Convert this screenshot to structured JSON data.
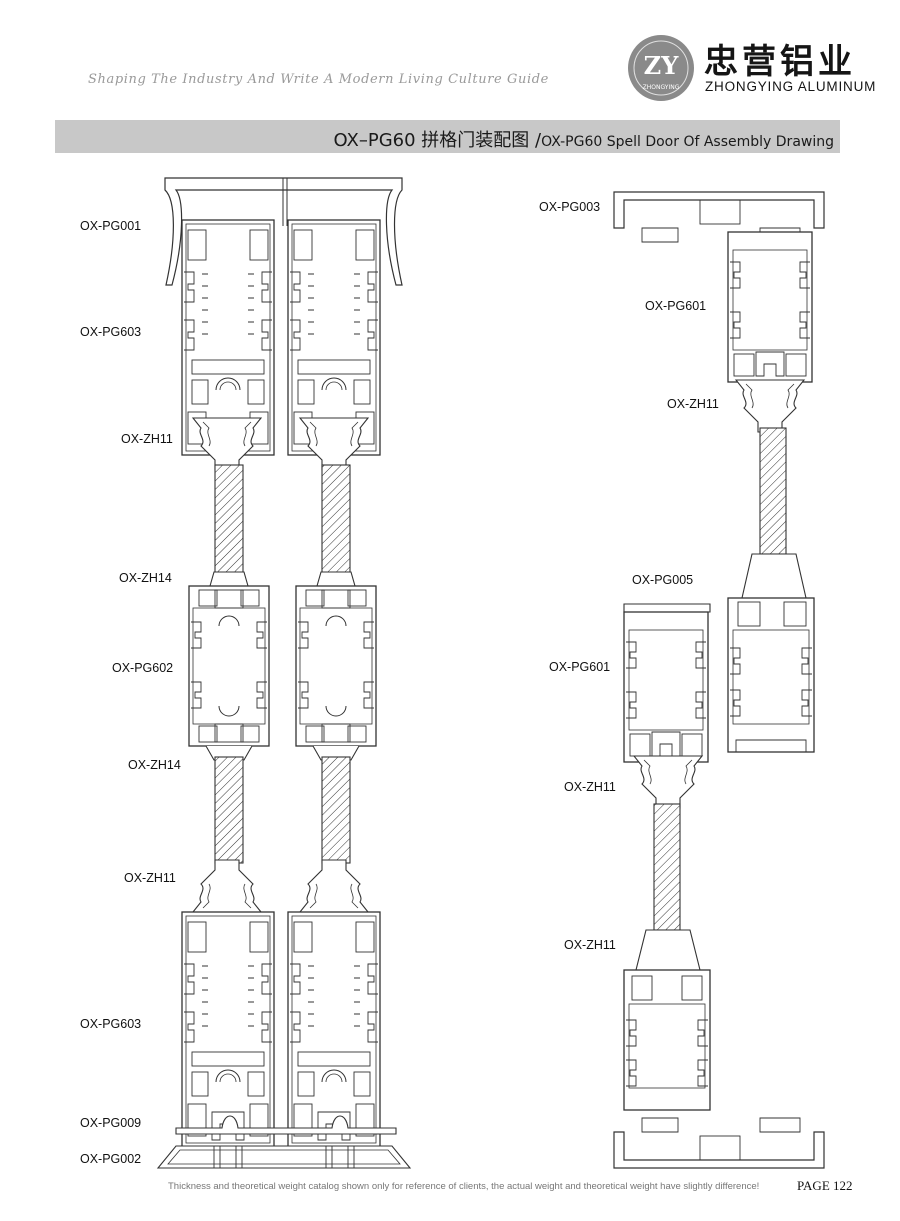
{
  "header": {
    "slogan": "Shaping The Industry And Write A Modern Living Culture Guide",
    "brand_cn": "忠营铝业",
    "brand_en": "ZHONGYING ALUMINUM",
    "logo_letters": "ZY",
    "logo_ring_text": "ZHONGYING"
  },
  "title": {
    "cn": "OX–PG60 拼格门装配图 /",
    "en": "OX-PG60 Spell Door Of Assembly Drawing"
  },
  "labels": {
    "left": [
      "OX-PG001",
      "OX-PG603",
      "OX-ZH11",
      "OX-ZH14",
      "OX-PG602",
      "OX-ZH14",
      "OX-ZH11",
      "OX-PG603",
      "OX-PG009",
      "OX-PG002"
    ],
    "right": [
      "OX-PG003",
      "OX-PG601",
      "OX-ZH11",
      "OX-PG005",
      "OX-PG601",
      "OX-ZH11",
      "OX-ZH11"
    ]
  },
  "footer": {
    "note": "Thickness and theoretical weight catalog shown only for reference of clients, the actual weight and theoretical weight have slightly difference!",
    "page": "PAGE  122"
  },
  "colors": {
    "title_bar": "#c8c8c8",
    "line": "#3a3a3a",
    "profile_fill": "#ffffff"
  }
}
